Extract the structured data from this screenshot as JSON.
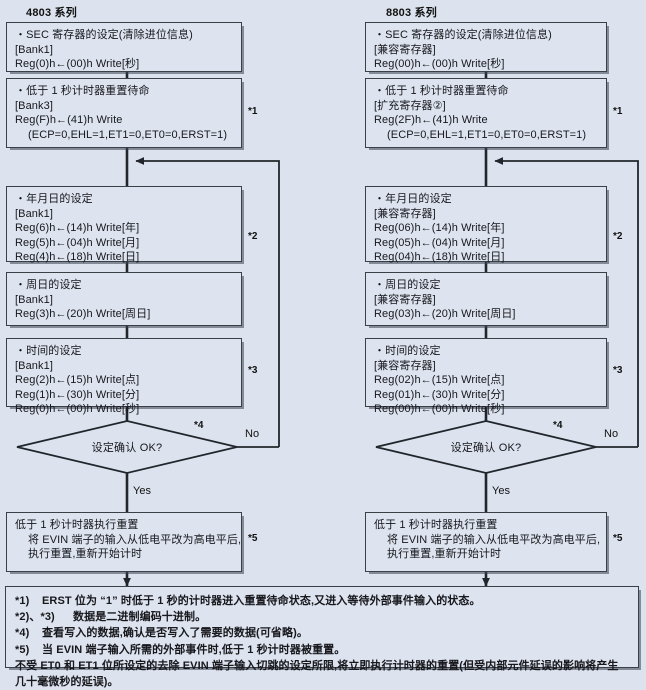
{
  "page": {
    "background_color": "#dce3ee",
    "box_fill": "#dde4ef",
    "line_color": "#22262c"
  },
  "columns": [
    {
      "title": "4803 系列"
    },
    {
      "title": "8803 系列"
    }
  ],
  "flow": {
    "left": {
      "steps": [
        {
          "id": "sec-register",
          "lines": [
            {
              "text": "・SEC 寄存器的设定(清除进位信息)",
              "indent": false
            },
            {
              "text": "[Bank1]",
              "indent": false
            },
            {
              "text": "Reg(0)h←(00)h   Write[秒]",
              "indent": false
            }
          ],
          "mark": ""
        },
        {
          "id": "sub-second-reset-standby",
          "lines": [
            {
              "text": "・低于 1 秒计时器重置待命",
              "indent": false
            },
            {
              "text": "[Bank3]",
              "indent": false
            },
            {
              "text": "Reg(F)h←(41)h   Write",
              "indent": false
            },
            {
              "text": "(ECP=0,EHL=1,ET1=0,ET0=0,ERST=1)",
              "indent": true
            }
          ],
          "mark": "*1"
        },
        {
          "id": "set-date",
          "lines": [
            {
              "text": "・年月日的设定",
              "indent": false
            },
            {
              "text": "[Bank1]",
              "indent": false
            },
            {
              "text": "Reg(6)h←(14)h   Write[年]",
              "indent": false
            },
            {
              "text": "Reg(5)h←(04)h   Write[月]",
              "indent": false
            },
            {
              "text": "Reg(4)h←(18)h   Write[日]",
              "indent": false
            }
          ],
          "mark": "*2"
        },
        {
          "id": "set-weekday",
          "lines": [
            {
              "text": "・周日的设定",
              "indent": false
            },
            {
              "text": "[Bank1]",
              "indent": false
            },
            {
              "text": "Reg(3)h←(20)h   Write[周日]",
              "indent": false
            }
          ],
          "mark": ""
        },
        {
          "id": "set-time",
          "lines": [
            {
              "text": "・时间的设定",
              "indent": false
            },
            {
              "text": "[Bank1]",
              "indent": false
            },
            {
              "text": "Reg(2)h←(15)h   Write[点]",
              "indent": false
            },
            {
              "text": "Reg(1)h←(30)h   Write[分]",
              "indent": false
            },
            {
              "text": "Reg(0)h←(00)h   Write[秒]",
              "indent": false
            }
          ],
          "mark": "*3"
        }
      ],
      "decision": {
        "id": "confirm-settings",
        "text": "设定确认 OK?",
        "mark": "*4",
        "no_label": "No",
        "yes_label": "Yes"
      },
      "final": {
        "id": "execute-reset",
        "lines": [
          {
            "text": "低于 1 秒计时器执行重置",
            "indent": false
          },
          {
            "text": "将 EVIN 端子的输入从低电平改为高电平后,",
            "indent": true
          },
          {
            "text": "执行重置,重新开始计时",
            "indent": true
          }
        ],
        "mark": "*5"
      }
    },
    "right": {
      "steps": [
        {
          "id": "sec-register",
          "lines": [
            {
              "text": "・SEC 寄存器的设定(清除进位信息)",
              "indent": false
            },
            {
              "text": "[兼容寄存器]",
              "indent": false
            },
            {
              "text": "Reg(00)h←(00)h   Write[秒]",
              "indent": false
            }
          ],
          "mark": ""
        },
        {
          "id": "sub-second-reset-standby",
          "lines": [
            {
              "text": "・低于 1 秒计时器重置待命",
              "indent": false
            },
            {
              "text": "[扩充寄存器②]",
              "indent": false
            },
            {
              "text": "Reg(2F)h←(41)h   Write",
              "indent": false
            },
            {
              "text": "(ECP=0,EHL=1,ET1=0,ET0=0,ERST=1)",
              "indent": true
            }
          ],
          "mark": "*1"
        },
        {
          "id": "set-date",
          "lines": [
            {
              "text": "・年月日的设定",
              "indent": false
            },
            {
              "text": "[兼容寄存器]",
              "indent": false
            },
            {
              "text": "Reg(06)h←(14)h   Write[年]",
              "indent": false
            },
            {
              "text": "Reg(05)h←(04)h   Write[月]",
              "indent": false
            },
            {
              "text": "Reg(04)h←(18)h   Write[日]",
              "indent": false
            }
          ],
          "mark": "*2"
        },
        {
          "id": "set-weekday",
          "lines": [
            {
              "text": "・周日的设定",
              "indent": false
            },
            {
              "text": "[兼容寄存器]",
              "indent": false
            },
            {
              "text": "Reg(03)h←(20)h   Write[周日]",
              "indent": false
            }
          ],
          "mark": ""
        },
        {
          "id": "set-time",
          "lines": [
            {
              "text": "・时间的设定",
              "indent": false
            },
            {
              "text": "[兼容寄存器]",
              "indent": false
            },
            {
              "text": "Reg(02)h←(15)h   Write[点]",
              "indent": false
            },
            {
              "text": "Reg(01)h←(30)h   Write[分]",
              "indent": false
            },
            {
              "text": "Reg(00)h←(00)h   Write[秒]",
              "indent": false
            }
          ],
          "mark": "*3"
        }
      ],
      "decision": {
        "id": "confirm-settings",
        "text": "设定确认 OK?",
        "mark": "*4",
        "no_label": "No",
        "yes_label": "Yes"
      },
      "final": {
        "id": "execute-reset",
        "lines": [
          {
            "text": "低于 1 秒计时器执行重置",
            "indent": false
          },
          {
            "text": "将 EVIN 端子的输入从低电平改为高电平后,",
            "indent": true
          },
          {
            "text": "执行重置,重新开始计时",
            "indent": true
          }
        ],
        "mark": "*5"
      }
    }
  },
  "notes": [
    {
      "label": "*1)",
      "text": "ERST 位为 “1” 时低于 1 秒的计时器进入重置待命状态,又进入等待外部事件输入的状态。"
    },
    {
      "label": "*2)、*3)",
      "text": "数据是二进制编码十进制。"
    },
    {
      "label": "*4)",
      "text": "查看写入的数据,确认是否写入了需要的数据(可省略)。"
    },
    {
      "label": "*5)",
      "text": "当 EVIN 端子输入所需的外部事件时,低于 1 秒计时器被重置。"
    },
    {
      "label": "",
      "text": "不受 ET0 和 ET1 位所设定的去除 EVIN 端子输入切跳的设定所限,将立即执行计时器的重置(但受内部元件延误的影响将产生几十毫微秒的延误)。"
    }
  ]
}
